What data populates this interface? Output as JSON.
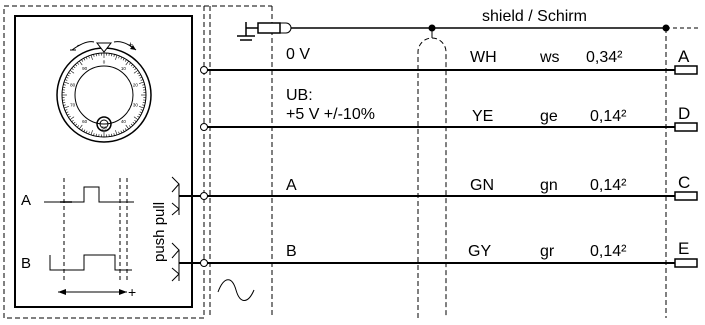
{
  "shield": {
    "label": "shield / Schirm"
  },
  "wires": [
    {
      "signal": "0 V",
      "color_en": "WH",
      "color_de": "ws",
      "cross_section": "0,34²",
      "pin": "A"
    },
    {
      "signal_line1": "UB:",
      "signal": "+5 V +/-10%",
      "color_en": "YE",
      "color_de": "ge",
      "cross_section": "0,14²",
      "pin": "D"
    },
    {
      "signal": "A",
      "color_en": "GN",
      "color_de": "gn",
      "cross_section": "0,14²",
      "pin": "C"
    },
    {
      "signal": "B",
      "color_en": "GY",
      "color_de": "gr",
      "cross_section": "0,14²",
      "pin": "E"
    }
  ],
  "encoder": {
    "output_type": "push pull",
    "channel_a": "A",
    "channel_b": "B",
    "direction_plus": "+",
    "dial_numbers": [
      "0",
      "10",
      "20",
      "30",
      "40",
      "50",
      "60",
      "70",
      "80",
      "90"
    ]
  },
  "symbols": {
    "ac_icon": "sine-wave-icon",
    "ground_icon": "ground-icon",
    "shield_plug_icon": "shield-plug-icon",
    "pin_icon": "connector-pin-icon",
    "transistor_icon": "push-pull-transistor-icon"
  }
}
